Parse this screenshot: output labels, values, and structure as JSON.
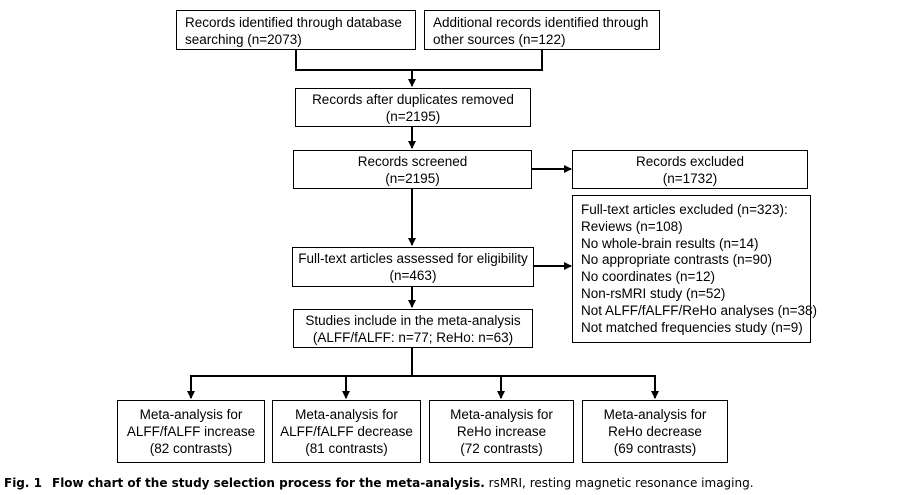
{
  "boxes": {
    "database": [
      "Records identified through database",
      "searching (n=2073)"
    ],
    "other_sources": [
      "Additional records identified through",
      "other sources (n=122)"
    ],
    "duplicates_removed": [
      "Records after duplicates removed",
      "(n=2195)"
    ],
    "screened": [
      "Records screened",
      "(n=2195)"
    ],
    "excluded": [
      "Records excluded",
      "(n=1732)"
    ],
    "fulltext_excluded": [
      "Full-text articles excluded (n=323):",
      "Reviews (n=108)",
      "No whole-brain results (n=14)",
      "No appropriate contrasts (n=90)",
      "No coordinates (n=12)",
      "Non-rsMRI study (n=52)",
      "Not ALFF/fALFF/ReHo analyses (n=38)",
      "Not matched frequencies study (n=9)"
    ],
    "assessed": [
      "Full-text articles assessed for eligibility",
      "(n=463)"
    ],
    "included": [
      "Studies include in the meta-analysis",
      "(ALFF/fALFF: n=77; ReHo: n=63)"
    ],
    "meta_alff_increase": [
      "Meta-analysis for",
      "ALFF/fALFF increase",
      "(82 contrasts)"
    ],
    "meta_alff_decrease": [
      "Meta-analysis for",
      "ALFF/fALFF decrease",
      "(81 contrasts)"
    ],
    "meta_reho_increase": [
      "Meta-analysis for",
      "ReHo increase",
      "(72 contrasts)"
    ],
    "meta_reho_decrease": [
      "Meta-analysis for",
      "ReHo decrease",
      "(69 contrasts)"
    ]
  },
  "caption": {
    "label": "Fig. 1",
    "title": "Flow chart of the study selection process for the meta-analysis.",
    "rest": " rsMRI, resting magnetic resonance imaging."
  }
}
